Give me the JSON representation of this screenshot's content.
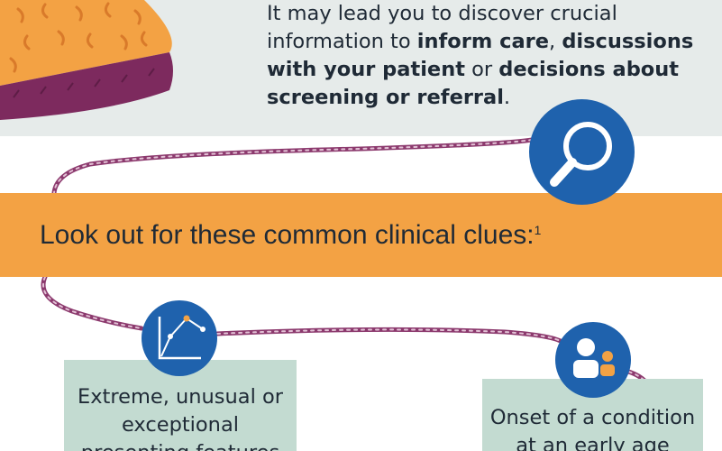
{
  "intro": {
    "line1": "It may lead you to discover crucial",
    "line2_a": "information to ",
    "line2_b": "inform care",
    "line2_c": ", ",
    "line2_d": "discussions",
    "line3_a": "with your patient",
    "line3_b": " or ",
    "line3_c": "decisions about",
    "line4_a": "screening or referral",
    "line4_b": "."
  },
  "banner": {
    "text": "Look out for these common clinical clues:",
    "footnote": "1"
  },
  "clues": [
    {
      "lines": [
        "Extreme, unusual or",
        "exceptional",
        "presenting features"
      ]
    },
    {
      "lines": [
        "Onset of a condition",
        "at an early age"
      ]
    }
  ],
  "icons": {
    "search": "magnifying-glass-icon",
    "trend": "trend-chart-icon",
    "people": "people-icon",
    "hat": "knitted-hat-icon"
  },
  "colors": {
    "panel": "#e6ebea",
    "banner": "#f3a244",
    "clue_box": "#c3dbd1",
    "icon_blue": "#1f62ad",
    "rope": "#8c3a6e",
    "text": "#1f2a36"
  }
}
